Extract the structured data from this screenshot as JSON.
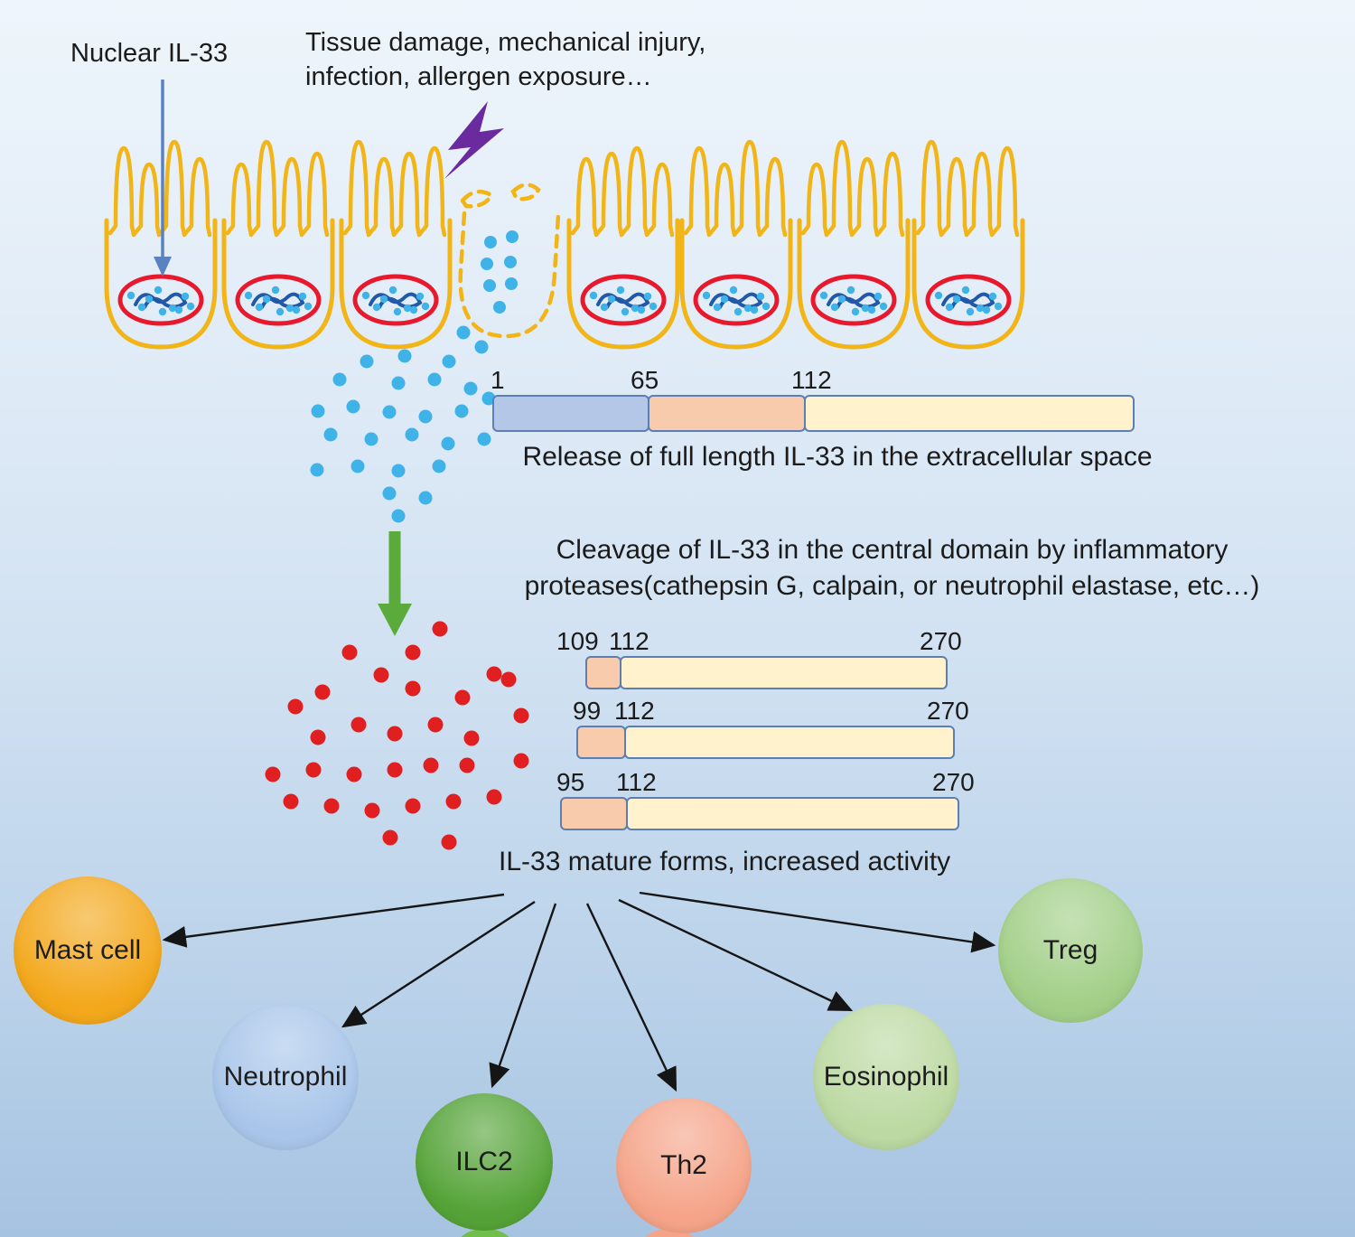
{
  "figure": {
    "nuclear_label": "Nuclear IL-33",
    "trigger_label": "Tissue damage, mechanical injury,\ninfection, allergen exposure…",
    "release_caption": "Release of full length IL-33 in the extracellular space",
    "cleavage_caption": "Cleavage of IL-33 in the central domain by inflammatory\nproteases(cathepsin G, calpain, or neutrophil elastase, etc…)",
    "mature_caption": "IL-33 mature forms,  increased activity"
  },
  "full_length_bar": {
    "ticks": [
      "1",
      "65",
      "112"
    ],
    "segment_colors": [
      "#b4c7e7",
      "#f8cbad",
      "#fff2cc"
    ]
  },
  "mature_bars": [
    {
      "ticks": [
        "109",
        "112",
        "270"
      ]
    },
    {
      "ticks": [
        "99",
        "112",
        "270"
      ]
    },
    {
      "ticks": [
        "95",
        "112",
        "270"
      ]
    }
  ],
  "target_cells": [
    {
      "label": "Mast cell",
      "color": "#f3a81c"
    },
    {
      "label": "Neutrophil",
      "color": "#a9c6ea"
    },
    {
      "label": "ILC2",
      "color": "#55a338"
    },
    {
      "label": "Th2",
      "color": "#f5a489"
    },
    {
      "label": "Eosinophil",
      "color": "#bcd9a2"
    },
    {
      "label": "Treg",
      "color": "#a2cf88"
    }
  ],
  "palette": {
    "epithelium_outline": "#f2b517",
    "nucleus_outline": "#e8192c",
    "chromatin": "#2159a8",
    "il33_nuclear_dot": "#3fb3e8",
    "il33_mature_dot": "#e02020",
    "lightning": "#6a2b9e",
    "release_arrow": "#5aab3c",
    "pointer_arrow": "#5b82c0",
    "bar_border": "#5b7fb5"
  }
}
